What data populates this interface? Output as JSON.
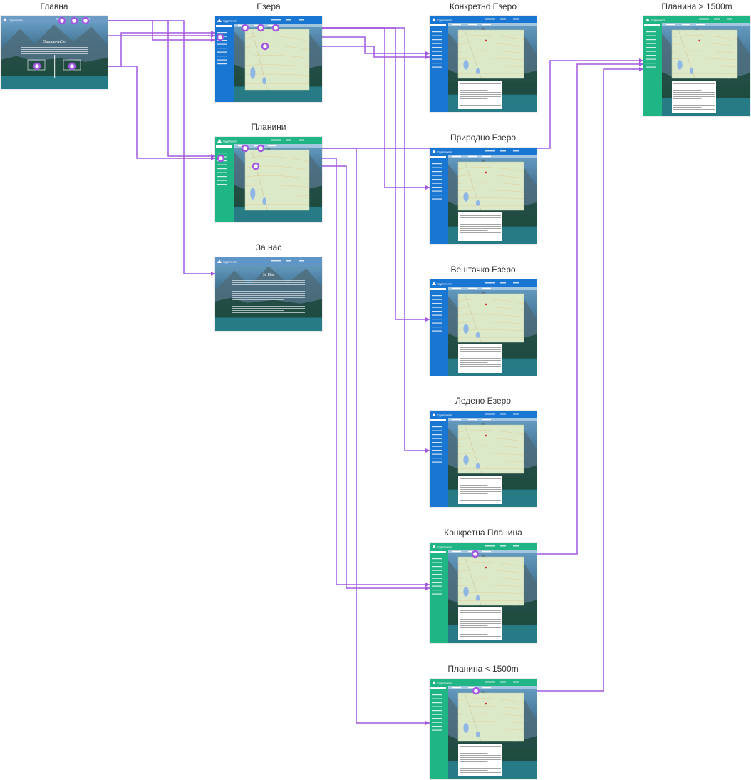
{
  "frames": [
    {
      "id": "home",
      "title": "Главна",
      "theme": "home"
    },
    {
      "id": "lakes",
      "title": "Езера",
      "theme": "blue"
    },
    {
      "id": "mountains",
      "title": "Планини",
      "theme": "green"
    },
    {
      "id": "about",
      "title": "За нас",
      "theme": "about"
    },
    {
      "id": "lake-specific",
      "title": "Конкретно Езеро",
      "theme": "blue"
    },
    {
      "id": "lake-natural",
      "title": "Природно Езеро",
      "theme": "blue"
    },
    {
      "id": "lake-artificial",
      "title": "Вештачко Езеро",
      "theme": "blue"
    },
    {
      "id": "lake-glacial",
      "title": "Ледено Езеро",
      "theme": "blue"
    },
    {
      "id": "mountain-specific",
      "title": "Конкретна Планина",
      "theme": "green"
    },
    {
      "id": "mountain-low",
      "title": "Планина < 1500m",
      "theme": "green"
    },
    {
      "id": "mountain-high",
      "title": "Планина > 1500m",
      "theme": "green"
    }
  ],
  "screen_text": {
    "brand": "ОддалечиСе",
    "about_heading": "За Нас"
  },
  "colors": {
    "connector": "#a259e0",
    "lake_theme": "#1976d2",
    "mountain_theme": "#1fb585",
    "map": "#dce9c8",
    "water": "#8fb6e4",
    "hotspot_fill": "#ffffff"
  }
}
